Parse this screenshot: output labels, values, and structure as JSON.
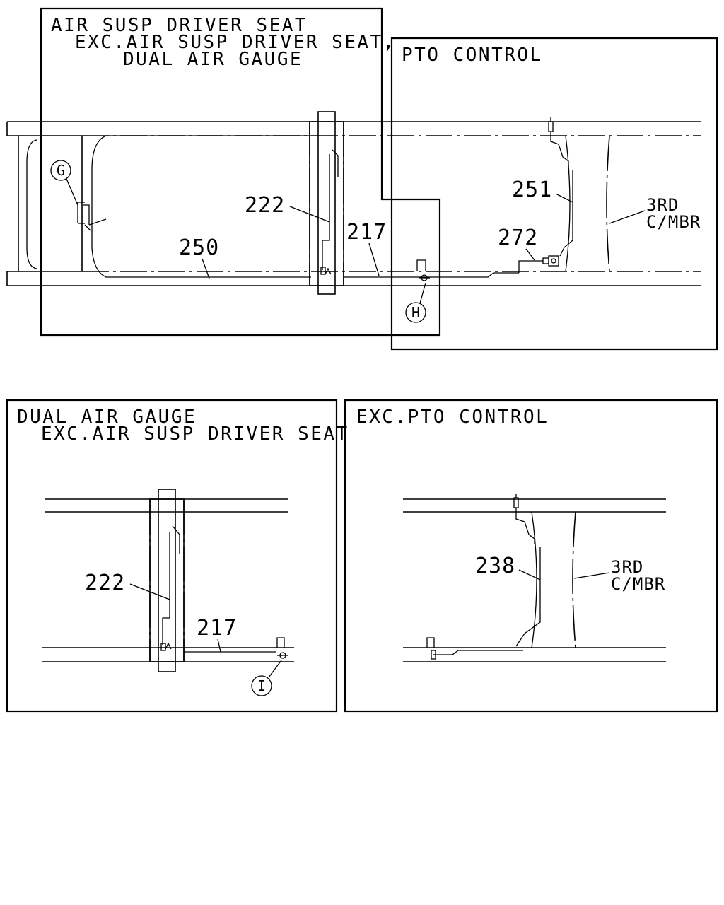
{
  "panels": {
    "air_susp": {
      "title_lines": [
        "AIR SUSP DRIVER SEAT",
        "EXC.AIR SUSP DRIVER SEAT,",
        "DUAL AIR GAUGE"
      ],
      "labels": {
        "g": "G",
        "h": "H",
        "p222": "222",
        "p250": "250",
        "p217": "217"
      }
    },
    "pto": {
      "title": "PTO CONTROL",
      "labels": {
        "p251": "251",
        "p272": "272",
        "member_1": "3RD",
        "member_2": "C/MBR"
      }
    },
    "dual_gauge": {
      "title_lines": [
        "DUAL AIR GAUGE",
        "EXC.AIR SUSP DRIVER SEAT"
      ],
      "labels": {
        "p222": "222",
        "p217": "217",
        "i": "I"
      }
    },
    "exc_pto": {
      "title": "EXC.PTO CONTROL",
      "labels": {
        "p238": "238",
        "member_1": "3RD",
        "member_2": "C/MBR"
      }
    }
  }
}
